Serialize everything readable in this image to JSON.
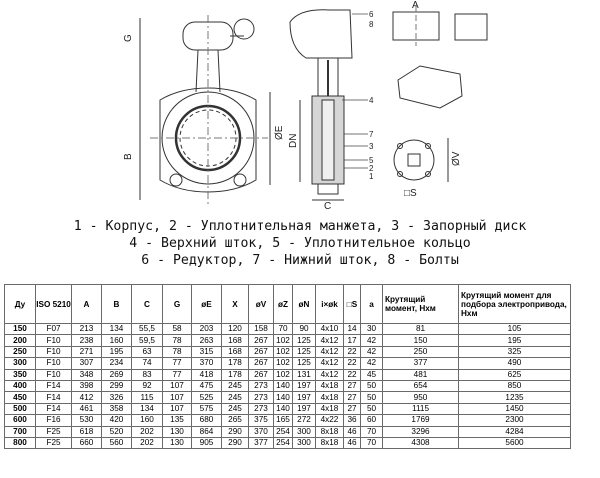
{
  "drawing": {
    "callouts": [
      "1",
      "2",
      "3",
      "4",
      "5",
      "6",
      "7",
      "8"
    ],
    "dims": [
      "G",
      "B",
      "ØE",
      "DN",
      "C",
      "A",
      "ØV",
      "□S"
    ]
  },
  "legend": [
    "1 - Корпус, 2 - Уплотнительная манжета, 3 - Запорный диск",
    "4 - Верхний шток, 5 - Уплотнительное кольцо",
    "6 - Редуктор, 7 - Нижний шток, 8 - Болты"
  ],
  "table": {
    "headers": [
      "Ду",
      "ISO 5210",
      "A",
      "B",
      "C",
      "G",
      "øE",
      "X",
      "øV",
      "øZ",
      "øN",
      "i×øk",
      "□S",
      "a",
      "Крутящий момент, Нхм",
      "Крутящий момент для подбора электропривода, Нхм"
    ],
    "rows": [
      [
        "150",
        "F07",
        "213",
        "134",
        "55,5",
        "58",
        "203",
        "120",
        "158",
        "70",
        "90",
        "4x10",
        "14",
        "30",
        "81",
        "105"
      ],
      [
        "200",
        "F10",
        "238",
        "160",
        "59,5",
        "78",
        "263",
        "168",
        "267",
        "102",
        "125",
        "4x12",
        "17",
        "42",
        "150",
        "195"
      ],
      [
        "250",
        "F10",
        "271",
        "195",
        "63",
        "78",
        "315",
        "168",
        "267",
        "102",
        "125",
        "4x12",
        "22",
        "42",
        "250",
        "325"
      ],
      [
        "300",
        "F10",
        "307",
        "234",
        "74",
        "77",
        "370",
        "178",
        "267",
        "102",
        "125",
        "4x12",
        "22",
        "42",
        "377",
        "490"
      ],
      [
        "350",
        "F10",
        "348",
        "269",
        "83",
        "77",
        "418",
        "178",
        "267",
        "102",
        "131",
        "4x12",
        "22",
        "45",
        "481",
        "625"
      ],
      [
        "400",
        "F14",
        "398",
        "299",
        "92",
        "107",
        "475",
        "245",
        "273",
        "140",
        "197",
        "4x18",
        "27",
        "50",
        "654",
        "850"
      ],
      [
        "450",
        "F14",
        "412",
        "326",
        "115",
        "107",
        "525",
        "245",
        "273",
        "140",
        "197",
        "4x18",
        "27",
        "50",
        "950",
        "1235"
      ],
      [
        "500",
        "F14",
        "461",
        "358",
        "134",
        "107",
        "575",
        "245",
        "273",
        "140",
        "197",
        "4x18",
        "27",
        "50",
        "1115",
        "1450"
      ],
      [
        "600",
        "F16",
        "530",
        "420",
        "160",
        "135",
        "680",
        "265",
        "375",
        "165",
        "272",
        "4x22",
        "36",
        "60",
        "1769",
        "2300"
      ],
      [
        "700",
        "F25",
        "618",
        "520",
        "202",
        "130",
        "864",
        "290",
        "370",
        "254",
        "300",
        "8x18",
        "46",
        "70",
        "3296",
        "4284"
      ],
      [
        "800",
        "F25",
        "660",
        "560",
        "202",
        "130",
        "905",
        "290",
        "377",
        "254",
        "300",
        "8x18",
        "46",
        "70",
        "4308",
        "5600"
      ]
    ]
  }
}
